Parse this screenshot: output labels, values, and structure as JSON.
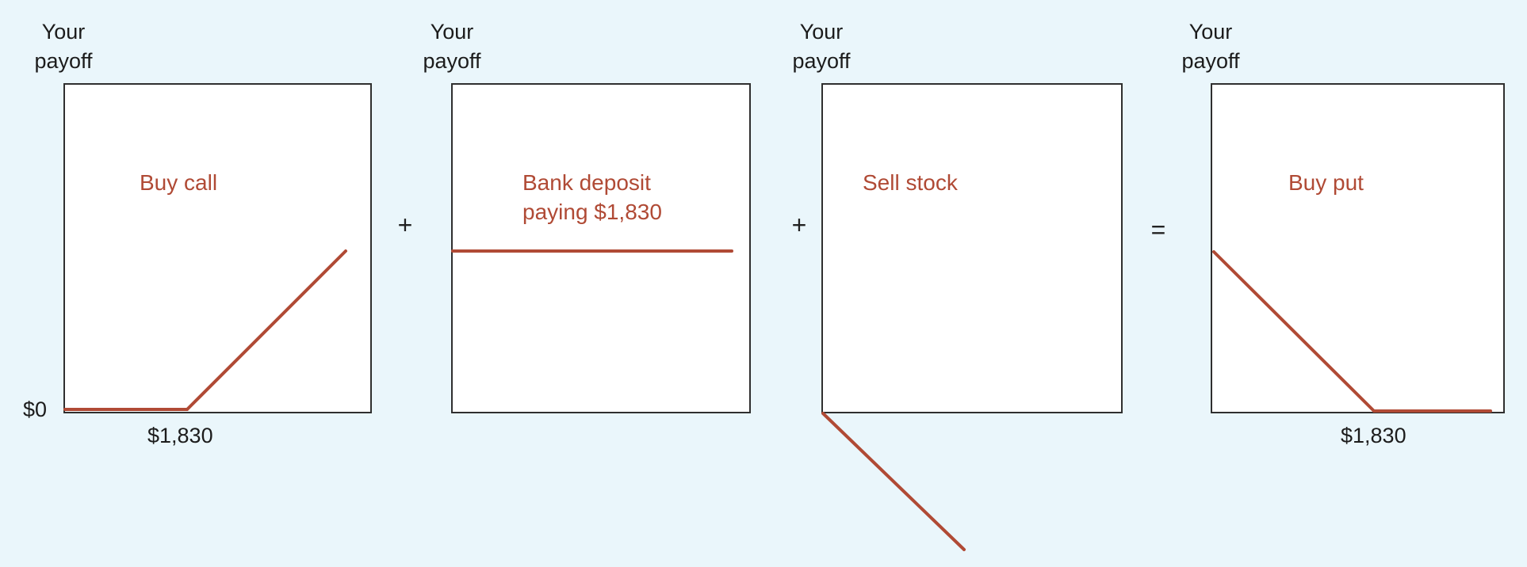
{
  "y_axis_label": "Your\npayoff",
  "zero_label": "$0",
  "strike_label": "$1,830",
  "operators": {
    "plus_1": "+",
    "plus_2": "+",
    "equals": "="
  },
  "panels": [
    {
      "id": "buy-call",
      "title": "Buy call"
    },
    {
      "id": "bank-deposit",
      "title": "Bank deposit\npaying $1,830"
    },
    {
      "id": "sell-stock",
      "title": "Sell stock"
    },
    {
      "id": "buy-put",
      "title": "Buy put"
    }
  ],
  "colors": {
    "payoff_line": "#b04a35",
    "background": "#eaf6fb",
    "panel_border": "#2f2f2f"
  }
}
